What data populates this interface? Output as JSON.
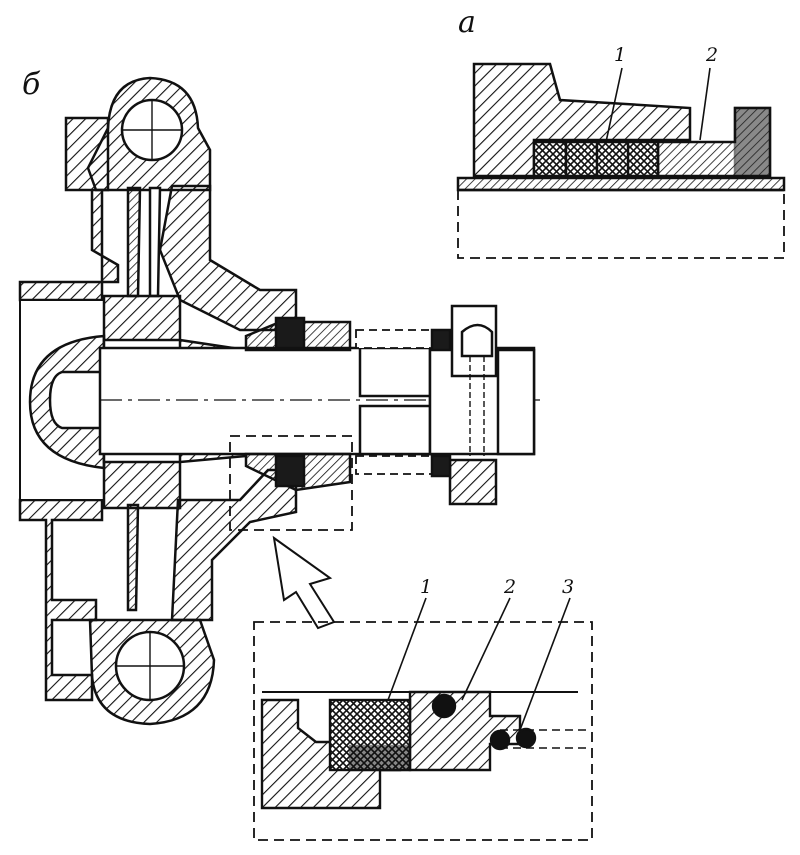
{
  "labels": {
    "view_a": "а",
    "view_b": "б",
    "top_callouts": [
      "1",
      "2"
    ],
    "bottom_callouts": [
      "1",
      "2",
      "3"
    ]
  },
  "colors": {
    "ink": "#111111",
    "paper": "#ffffff"
  }
}
